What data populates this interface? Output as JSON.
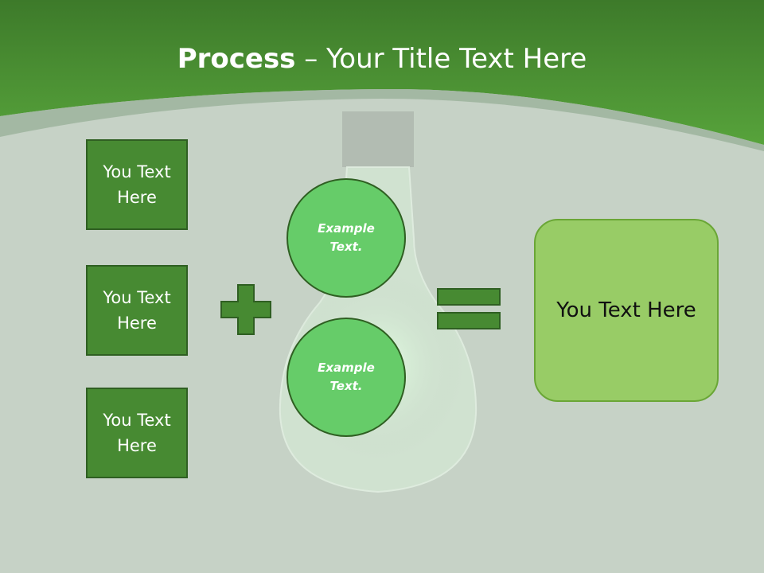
{
  "slide": {
    "title_bold": "Process",
    "title_rest": " – Your Title Text Here"
  },
  "left_boxes": [
    {
      "line1": "You Text",
      "line2": "Here"
    },
    {
      "line1": "You Text",
      "line2": "Here"
    },
    {
      "line1": "You Text",
      "line2": "Here"
    }
  ],
  "circles": [
    {
      "line1": "Example",
      "line2": "Text."
    },
    {
      "line1": "Example",
      "line2": "Text."
    }
  ],
  "result": {
    "label": "You Text Here"
  },
  "icons": {
    "plus": "plus-icon",
    "equals": "equals-icon",
    "bulb": "lightbulb-icon"
  },
  "colors": {
    "header_green": "#4e9a34",
    "box_green": "#478a32",
    "circle_green": "#66cc69",
    "result_green": "#98cc66",
    "background": "#c5d1c5"
  }
}
